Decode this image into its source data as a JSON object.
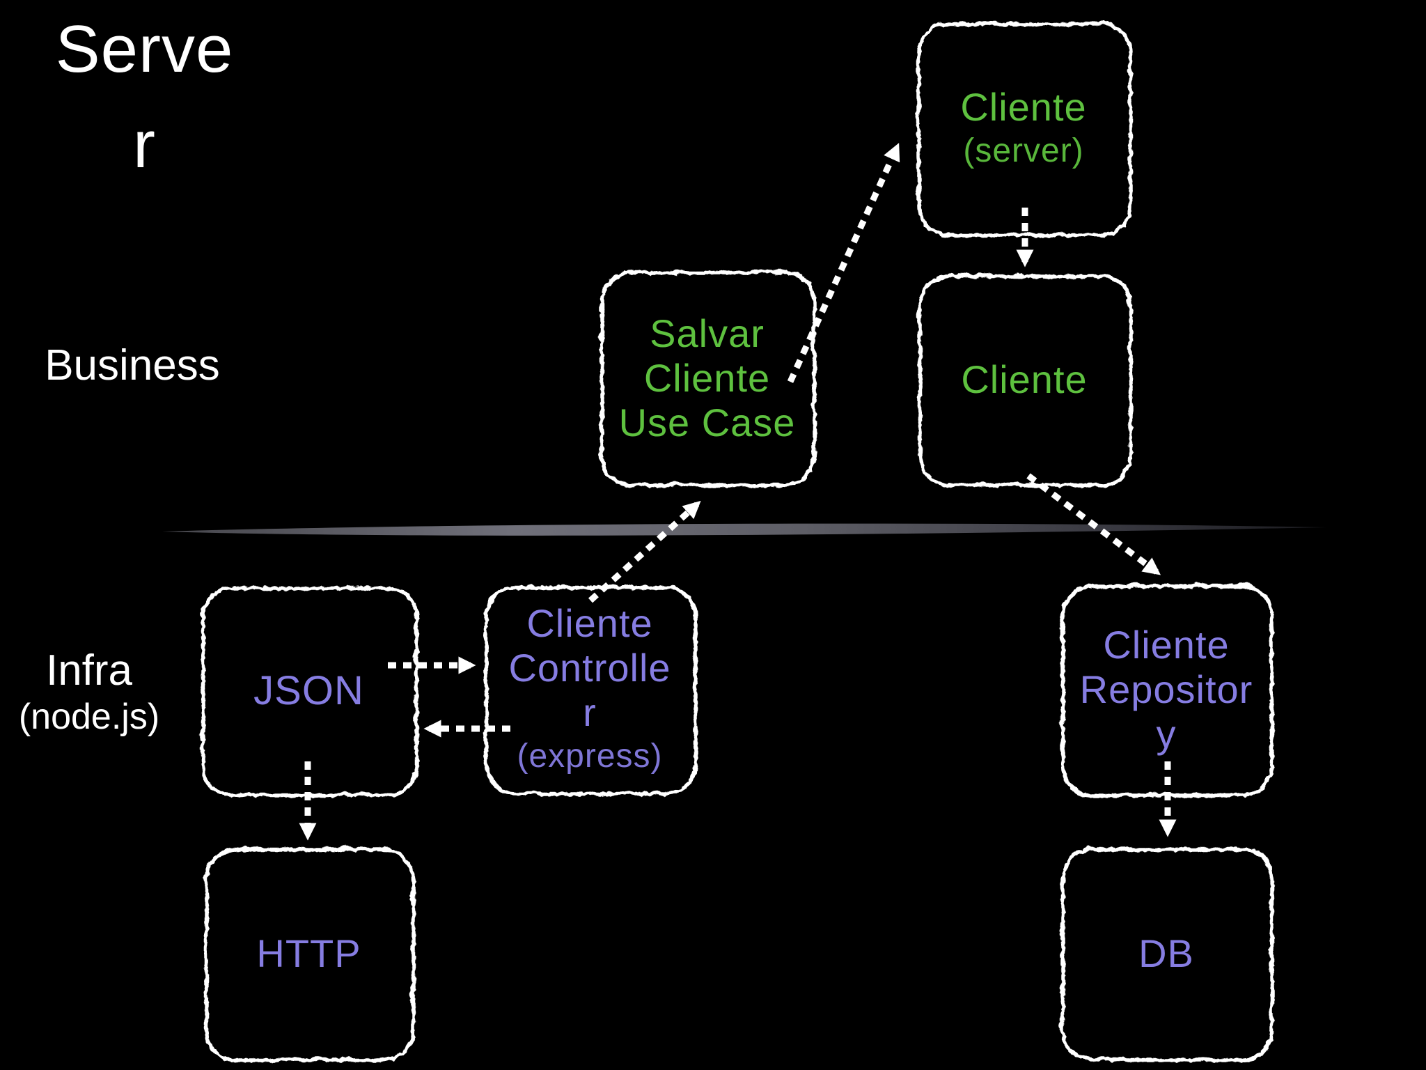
{
  "slide": {
    "title": {
      "text": "Server",
      "lines": [
        "Serve",
        "r"
      ]
    },
    "layers": {
      "business": {
        "label": "Business"
      },
      "infra": {
        "label": "Infra",
        "sublabel": "(node.js)"
      }
    }
  },
  "nodes": {
    "cliente_server": {
      "lines": [
        "Cliente"
      ],
      "sublabel": "(server)",
      "color": "green"
    },
    "cliente": {
      "lines": [
        "Cliente"
      ],
      "color": "green"
    },
    "salvar_cliente_use_case": {
      "lines": [
        "Salvar",
        "Cliente",
        "Use Case"
      ],
      "color": "green"
    },
    "json": {
      "lines": [
        "JSON"
      ],
      "color": "purple"
    },
    "cliente_controller": {
      "lines": [
        "Cliente",
        "Controlle",
        "r"
      ],
      "sublabel": "(express)",
      "color": "purple"
    },
    "cliente_repository": {
      "lines": [
        "Cliente",
        "Repositor",
        "y"
      ],
      "color": "purple"
    },
    "http": {
      "lines": [
        "HTTP"
      ],
      "color": "purple"
    },
    "db": {
      "lines": [
        "DB"
      ],
      "color": "purple"
    }
  },
  "edges": [
    {
      "from": "salvar_cliente_use_case",
      "to": "cliente_server",
      "style": "dashed-arrow"
    },
    {
      "from": "cliente_server",
      "to": "cliente",
      "style": "dashed-arrow"
    },
    {
      "from": "cliente",
      "to": "cliente_repository",
      "style": "dashed-arrow"
    },
    {
      "from": "cliente_controller",
      "to": "salvar_cliente_use_case",
      "style": "dashed-arrow"
    },
    {
      "from": "json",
      "to": "cliente_controller",
      "style": "dashed-arrow"
    },
    {
      "from": "cliente_controller",
      "to": "json",
      "style": "dashed-arrow"
    },
    {
      "from": "json",
      "to": "http",
      "style": "dashed-arrow"
    },
    {
      "from": "cliente_repository",
      "to": "db",
      "style": "dashed-arrow"
    }
  ],
  "colors": {
    "background": "#000000",
    "text": "#ffffff",
    "accent_green": "#5ec13f",
    "accent_purple": "#867de2",
    "box_border": "#ffffff",
    "arrow": "#ffffff",
    "divider": "#6b6b73"
  }
}
